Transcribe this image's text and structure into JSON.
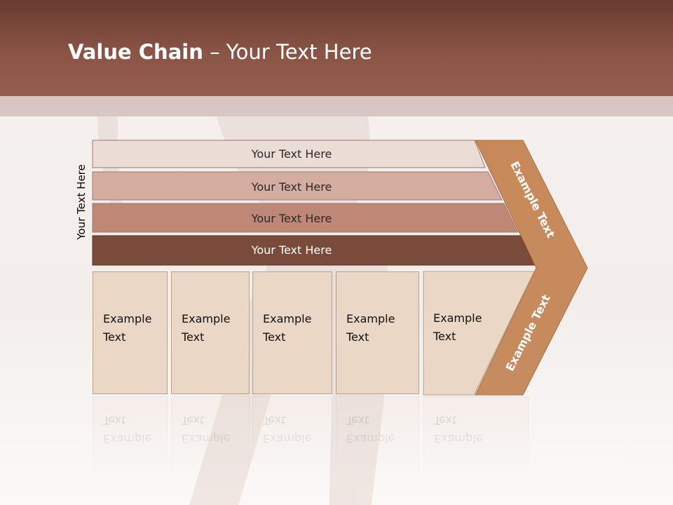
{
  "slide": {
    "title_bold": "Value Chain",
    "title_rest": " – Your Text Here",
    "side_label": "Your Text Here"
  },
  "bars": [
    {
      "label": "Your Text Here",
      "color": "#ecdcd6"
    },
    {
      "label": "Your Text Here",
      "color": "#d4ada0"
    },
    {
      "label": "Your Text Here",
      "color": "#bf8775"
    },
    {
      "label": "Your Text Here",
      "color": "#7a4a3a"
    }
  ],
  "boxes": [
    {
      "line1": "Example",
      "line2": "Text"
    },
    {
      "line1": "Example",
      "line2": "Text"
    },
    {
      "line1": "Example",
      "line2": "Text"
    },
    {
      "line1": "Example",
      "line2": "Text"
    },
    {
      "line1": "Example",
      "line2": "Text"
    }
  ],
  "chevron": {
    "upper_label": "Example Text",
    "lower_label": "Example Text",
    "color": "#c8895a"
  },
  "colors": {
    "title_bar": "#8a5446",
    "box_fill": "#ebd7c5",
    "bar_text_dark": "#2a2a2a",
    "bar_text_light": "#ffffff"
  }
}
